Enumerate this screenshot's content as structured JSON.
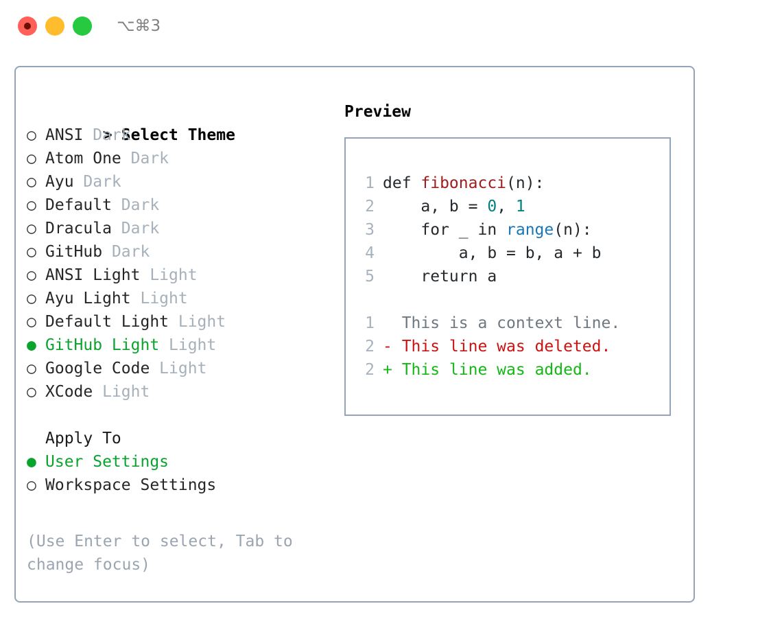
{
  "window": {
    "shortcut": "⌥⌘3",
    "traffic_lights": [
      {
        "name": "close",
        "color": "#ff6159"
      },
      {
        "name": "minimize",
        "color": "#ffbd2e"
      },
      {
        "name": "maximize",
        "color": "#26c940"
      }
    ]
  },
  "theme_picker": {
    "caret": ">",
    "title": "Select Theme",
    "bullet_unselected": "○",
    "bullet_selected": "●",
    "items": [
      {
        "label": "ANSI",
        "variant": "Dark",
        "selected": false
      },
      {
        "label": "Atom One",
        "variant": "Dark",
        "selected": false
      },
      {
        "label": "Ayu",
        "variant": "Dark",
        "selected": false
      },
      {
        "label": "Default",
        "variant": "Dark",
        "selected": false
      },
      {
        "label": "Dracula",
        "variant": "Dark",
        "selected": false
      },
      {
        "label": "GitHub",
        "variant": "Dark",
        "selected": false
      },
      {
        "label": "ANSI Light",
        "variant": "Light",
        "selected": false
      },
      {
        "label": "Ayu Light",
        "variant": "Light",
        "selected": false
      },
      {
        "label": "Default Light",
        "variant": "Light",
        "selected": false
      },
      {
        "label": "GitHub Light",
        "variant": "Light",
        "selected": true
      },
      {
        "label": "Google Code",
        "variant": "Light",
        "selected": false
      },
      {
        "label": "XCode",
        "variant": "Light",
        "selected": false
      }
    ]
  },
  "apply_to": {
    "title": "Apply To",
    "items": [
      {
        "label": "User Settings",
        "selected": true
      },
      {
        "label": "Workspace Settings",
        "selected": false
      }
    ]
  },
  "hint": "(Use Enter to select, Tab to change focus)",
  "preview": {
    "title": "Preview",
    "code_lines": [
      {
        "number": "1",
        "tokens": [
          {
            "text": "def ",
            "type": "plain"
          },
          {
            "text": "fibonacci",
            "type": "fn"
          },
          {
            "text": "(n):",
            "type": "plain"
          }
        ]
      },
      {
        "number": "2",
        "tokens": [
          {
            "text": "    a, b = ",
            "type": "plain"
          },
          {
            "text": "0",
            "type": "num"
          },
          {
            "text": ", ",
            "type": "plain"
          },
          {
            "text": "1",
            "type": "num"
          }
        ]
      },
      {
        "number": "3",
        "tokens": [
          {
            "text": "    for _ in ",
            "type": "plain"
          },
          {
            "text": "range",
            "type": "call"
          },
          {
            "text": "(n):",
            "type": "plain"
          }
        ]
      },
      {
        "number": "4",
        "tokens": [
          {
            "text": "        a, b = b, a + b",
            "type": "plain"
          }
        ]
      },
      {
        "number": "5",
        "tokens": [
          {
            "text": "    return a",
            "type": "plain"
          }
        ]
      }
    ],
    "diff_lines": [
      {
        "number": "1",
        "marker": " ",
        "text": "This is a context line.",
        "kind": "ctx"
      },
      {
        "number": "2",
        "marker": "-",
        "text": "This line was deleted.",
        "kind": "del"
      },
      {
        "number": "2",
        "marker": "+",
        "text": "This line was added.",
        "kind": "add"
      }
    ]
  },
  "colors": {
    "accent_green": "#0aa32e",
    "border": "#94a3b8",
    "muted": "#a6b0ba",
    "hint": "#9aa5b1",
    "line_number": "#a8b2bd",
    "fn": "#a11d1d",
    "num": "#008080",
    "call": "#1976b8",
    "diff_ctx": "#6f7780",
    "diff_del": "#cc1111",
    "diff_add": "#14b814"
  }
}
